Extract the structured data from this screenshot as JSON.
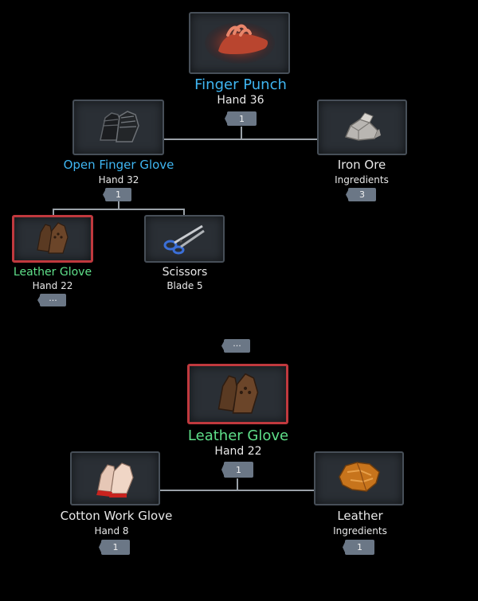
{
  "tree1": {
    "root": {
      "name": "Finger Punch",
      "sub": "Hand 36",
      "badge": "1",
      "icon": "finger-punch-icon"
    },
    "left": {
      "name": "Open Finger Glove",
      "sub": "Hand 32",
      "badge": "1",
      "icon": "open-finger-glove-icon"
    },
    "right": {
      "name": "Iron Ore",
      "sub": "Ingredients",
      "badge": "3",
      "icon": "iron-ore-icon"
    },
    "ll": {
      "name": "Leather Glove",
      "sub": "Hand 22",
      "badge": "···",
      "icon": "leather-glove-icon"
    },
    "lr": {
      "name": "Scissors",
      "sub": "Blade 5",
      "icon": "scissors-icon"
    }
  },
  "separator_badge": "···",
  "tree2": {
    "root": {
      "name": "Leather Glove",
      "sub": "Hand 22",
      "badge": "1",
      "icon": "leather-glove-icon"
    },
    "left": {
      "name": "Cotton Work Glove",
      "sub": "Hand 8",
      "badge": "1",
      "icon": "cotton-work-glove-icon"
    },
    "right": {
      "name": "Leather",
      "sub": "Ingredients",
      "badge": "1",
      "icon": "leather-icon"
    }
  },
  "colors": {
    "background": "#000000",
    "slot": "#2a2f35",
    "slot_border": "#474f58",
    "selected_border": "#c0393e",
    "skill_blue": "#3fb6f2",
    "item_green": "#5fe08a",
    "badge": "#6b7786"
  }
}
